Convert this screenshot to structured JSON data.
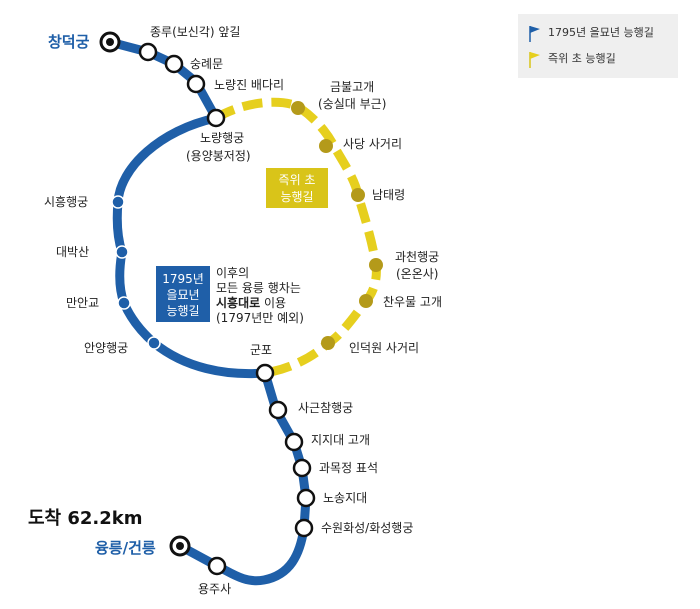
{
  "colors": {
    "route_1795": "#1f5fa8",
    "route_king": "#e6cf1e",
    "yellow_box": "#d9c419",
    "gold_station": "#b49a1a",
    "legend_bg": "#efefef"
  },
  "legend": [
    {
      "icon": "blue-flag-icon",
      "label": "1795년 을묘년 능행길"
    },
    {
      "icon": "yellow-flag-icon",
      "label": "즉위 초 능행길"
    }
  ],
  "start": "창덕궁",
  "end": "융릉/건릉",
  "arrival": "도착 62.2km",
  "boxes": {
    "blue": [
      "1795년",
      "을묘년",
      "능행길"
    ],
    "yellow": [
      "즉위 초",
      "능행길"
    ]
  },
  "note": {
    "line1": "이후의",
    "line2": "모든 융릉 행차는",
    "line3_bold": "시흥대로",
    "line3_rest": " 이용",
    "line4": "(1797년만 예외)"
  },
  "stations": {
    "jongnu": "종루(보신각) 앞길",
    "sungnyemun": "숭례문",
    "noryangjin": "노량진 배다리",
    "noryang_palace": "노량행궁",
    "noryang_palace_sub": "(용양봉저정)",
    "siheung": "시흥행궁",
    "daebaksan": "대박산",
    "mangyo": "만안교",
    "anyang": "안양행궁",
    "gunpo": "군포",
    "sageunchamm": "사근참행궁",
    "jijidae": "지지대 고개",
    "gwamokjeong": "과목정 표석",
    "nosong": "노송지대",
    "suwon": "수원화성/화성행궁",
    "yongjusa": "용주사",
    "geumbul": "금불고개",
    "geumbul_sub": "(숭실대 부근)",
    "sadang": "사당 사거리",
    "namtae": "남태령",
    "gwacheon": "과천행궁",
    "gwacheon_sub": "(온온사)",
    "chanumul": "찬우물 고개",
    "indeokwon": "인덕원 사거리"
  }
}
